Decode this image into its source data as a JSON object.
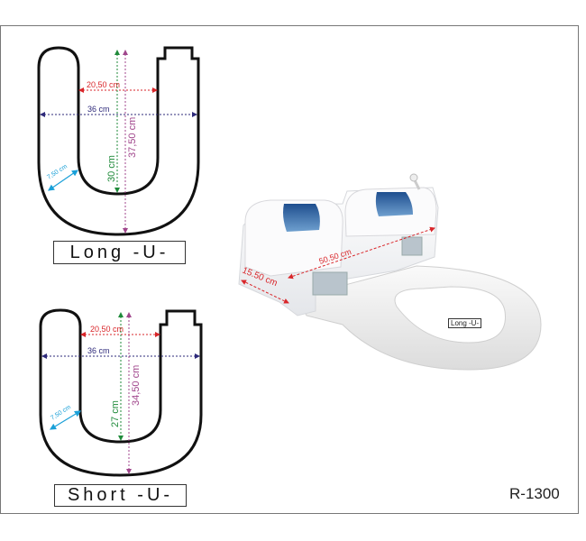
{
  "long_u": {
    "label": "Long -U-",
    "inner_width": "20,50 cm",
    "outer_width": "36 cm",
    "arm_width": "7,50 cm",
    "inner_depth": "30 cm",
    "outer_depth": "37,50 cm"
  },
  "short_u": {
    "label": "Short -U-",
    "inner_width": "20,50 cm",
    "outer_width": "36 cm",
    "arm_width": "7,50 cm",
    "inner_depth": "27 cm",
    "outer_depth": "34,50 cm"
  },
  "product": {
    "length": "50.50 cm",
    "depth": "15.50 cm",
    "seat_tag": "Long -U-",
    "model": "R-1300"
  },
  "colors": {
    "red": "#d9262a",
    "navy": "#2e2a7a",
    "green": "#1f8a3a",
    "magenta": "#a0468c",
    "cyan": "#1aa0d8",
    "window_blue": "#2a5f9e"
  }
}
